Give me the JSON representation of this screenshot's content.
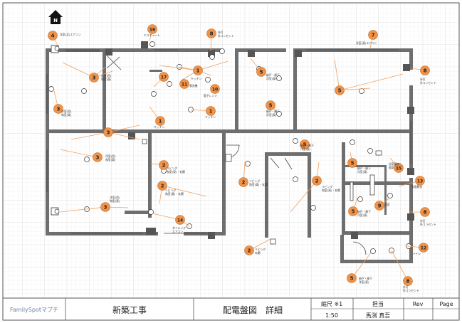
{
  "title_block": {
    "company": "FamilySpotマプチ",
    "project": "新築工事",
    "drawing_title": "配電盤図　詳細",
    "scale_label": "縮尺 ※1",
    "scale_value": "1:50",
    "person_label": "担当",
    "person_value": "馬渕 真吾",
    "rev_label": "Rev",
    "page_label": "Page"
  },
  "compass": {
    "label": "N"
  },
  "colors": {
    "marker": "#f0934a",
    "marker_stroke": "#c46a20",
    "leader": "#f0a060",
    "wall": "#6e6e6e",
    "grid": "#e4e4e4",
    "grid_major": "#cfcfcf"
  },
  "markers": [
    {
      "num": "4",
      "label": "洋室(北)エアコン"
    },
    {
      "num": "16",
      "label": "エコキュート"
    },
    {
      "num": "8",
      "label": "外灯 外コンセント"
    },
    {
      "num": "7",
      "label": "洋室(東)エアコン"
    },
    {
      "num": "8",
      "label": "外灯 外コンセント"
    },
    {
      "num": "3",
      "label": "洋室(西) 和室(東)"
    },
    {
      "num": "1",
      "label": "キッチン"
    },
    {
      "num": "17",
      "label": ""
    },
    {
      "num": "11",
      "label": "食洗機"
    },
    {
      "num": "10",
      "label": "電子レンジ"
    },
    {
      "num": "5",
      "label": "納戸・廊下 洋室(東)"
    },
    {
      "num": "5",
      "label": "納戸・廊下 洋室(東)"
    },
    {
      "num": "5",
      "label": ""
    },
    {
      "num": "3",
      "label": "洋室(西) 和室(東)"
    },
    {
      "num": "1",
      "label": "キッチン"
    },
    {
      "num": "1",
      "label": "キッチン"
    },
    {
      "num": "3",
      "label": ""
    },
    {
      "num": "3",
      "label": "洋室(西) 和室(東)"
    },
    {
      "num": "2",
      "label": "リビング 和室(東)・玄関"
    },
    {
      "num": "2",
      "label": "リビング 和室(東)・玄関"
    },
    {
      "num": "2",
      "label": "リビング 和室(東)・玄関"
    },
    {
      "num": "2",
      "label": "リビング 和室(東)・玄関"
    },
    {
      "num": "5",
      "label": "納戸・廊下 洋室(東)"
    },
    {
      "num": "5",
      "label": "納戸・廊下 洋室(東)"
    },
    {
      "num": "15",
      "label": "浴室暖房 換気"
    },
    {
      "num": "13",
      "label": "洗面脱衣"
    },
    {
      "num": "9",
      "label": "浴室"
    },
    {
      "num": "5",
      "label": "納戸・廊下 洋室(東)"
    },
    {
      "num": "8",
      "label": "外灯 外コンセント"
    },
    {
      "num": "3",
      "label": "洋室(西) 和室(東)"
    },
    {
      "num": "14",
      "label": "ダイニング エアコン"
    },
    {
      "num": "2",
      "label": "リビング 玄関"
    },
    {
      "num": "12",
      "label": "トイレ"
    },
    {
      "num": "5",
      "label": "納戸・廊下 洋室(東)"
    },
    {
      "num": "8",
      "label": "外灯 外コンセント"
    }
  ]
}
